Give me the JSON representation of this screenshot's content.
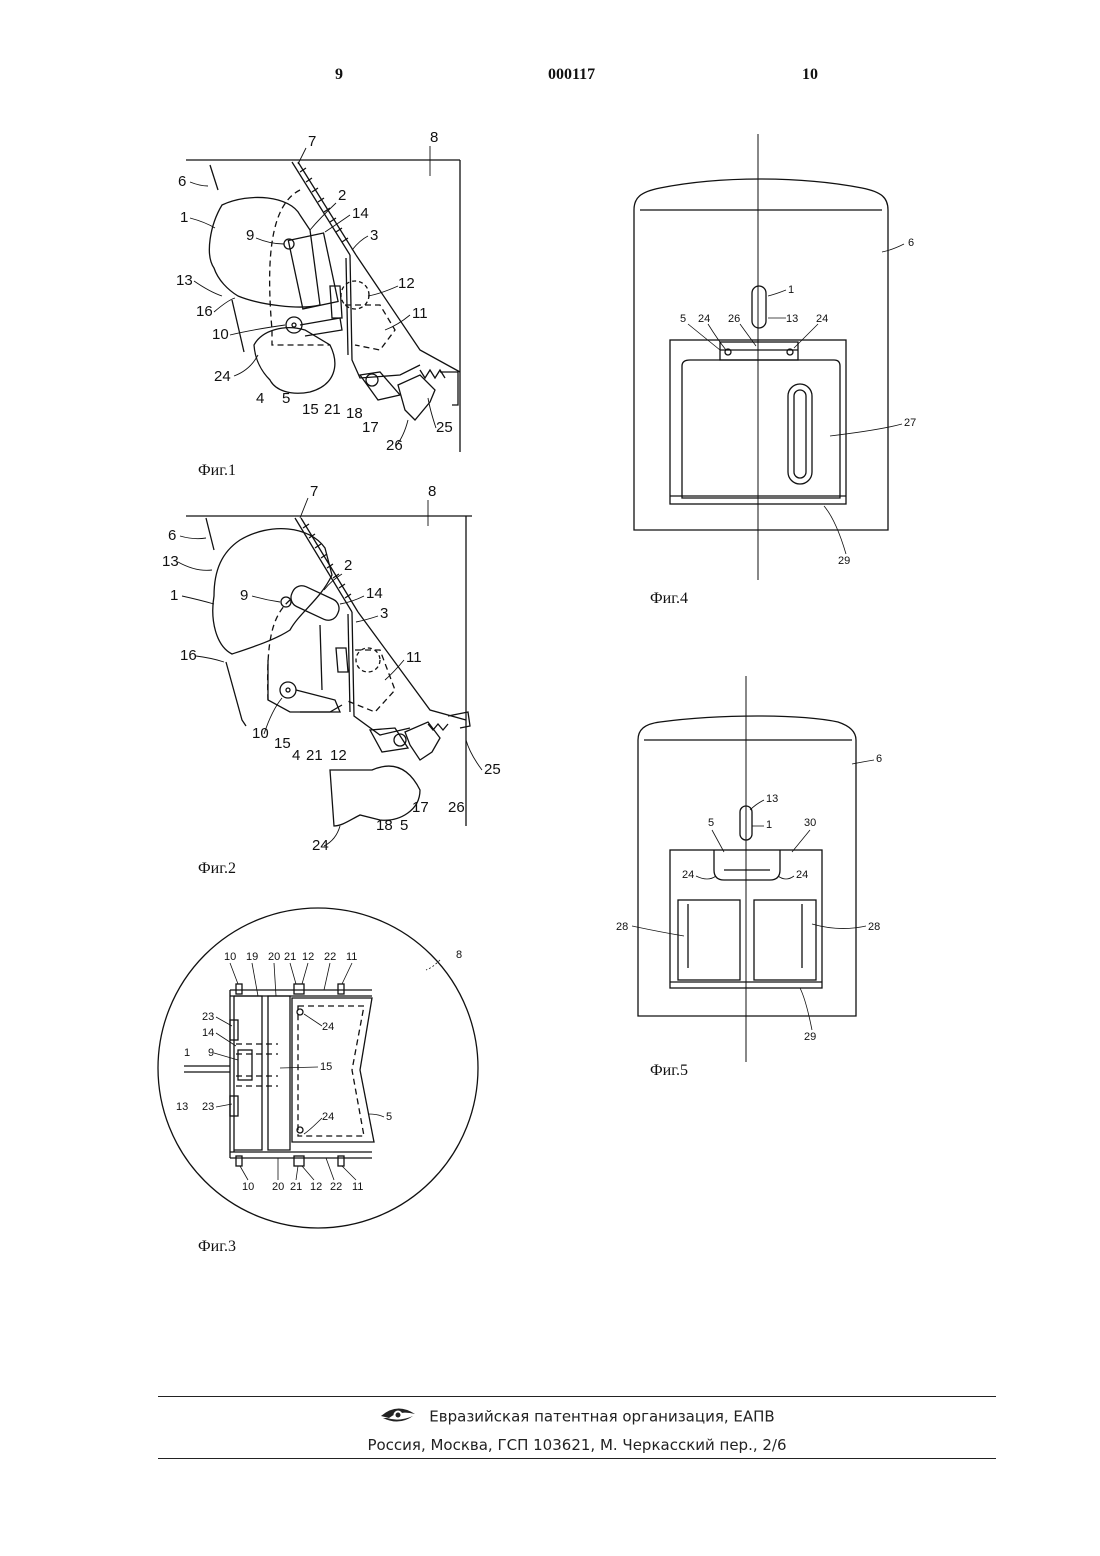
{
  "header": {
    "page_left": "9",
    "patent_number": "000117",
    "page_right": "10"
  },
  "figures": [
    {
      "caption": "Фиг.1",
      "labels": [
        "1",
        "2",
        "3",
        "4",
        "5",
        "6",
        "7",
        "8",
        "9",
        "10",
        "11",
        "12",
        "13",
        "14",
        "15",
        "16",
        "17",
        "18",
        "21",
        "24",
        "25",
        "26"
      ]
    },
    {
      "caption": "Фиг.2",
      "labels": [
        "1",
        "2",
        "3",
        "4",
        "5",
        "6",
        "7",
        "8",
        "9",
        "10",
        "11",
        "12",
        "13",
        "14",
        "15",
        "16",
        "17",
        "18",
        "21",
        "24",
        "25",
        "26"
      ]
    },
    {
      "caption": "Фиг.3",
      "labels": [
        "1",
        "5",
        "8",
        "9",
        "10",
        "11",
        "12",
        "13",
        "14",
        "15",
        "19",
        "20",
        "21",
        "22",
        "23",
        "24"
      ]
    },
    {
      "caption": "Фиг.4",
      "labels": [
        "1",
        "5",
        "6",
        "13",
        "24",
        "26",
        "27",
        "29"
      ]
    },
    {
      "caption": "Фиг.5",
      "labels": [
        "1",
        "5",
        "6",
        "13",
        "24",
        "28",
        "29",
        "30"
      ]
    }
  ],
  "footer": {
    "organization": "Евразийская патентная организация, ЕАПВ",
    "address": "Россия, Москва, ГСП 103621, М. Черкасский пер., 2/6"
  }
}
